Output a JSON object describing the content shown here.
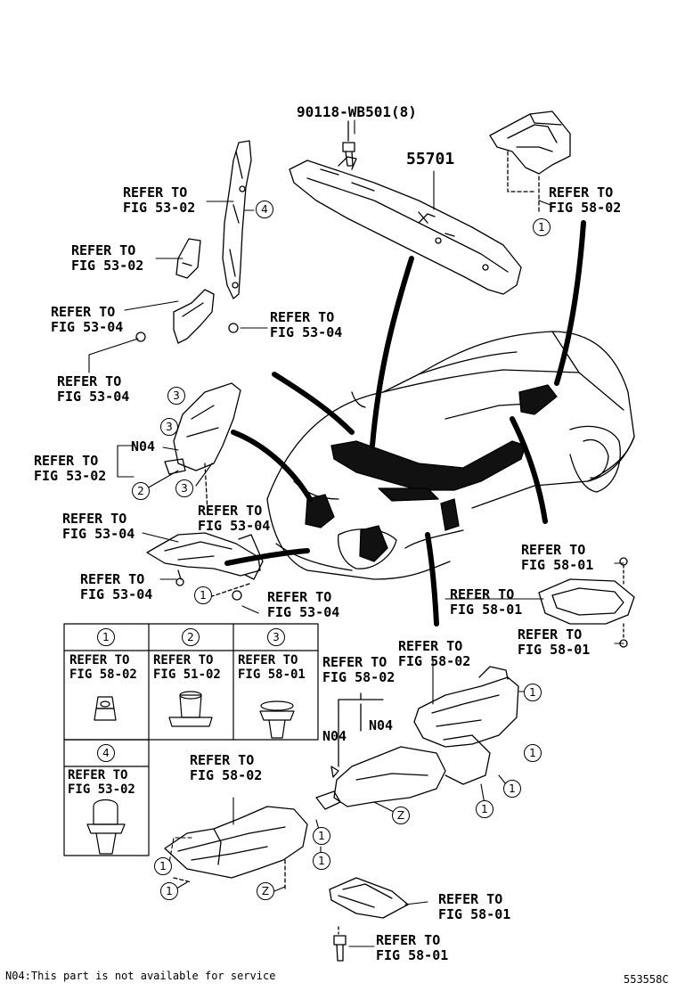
{
  "part_labels": {
    "bolt_90118": "90118-WB501(8)",
    "p55701": "55701"
  },
  "refer": {
    "r1": [
      "REFER TO",
      "FIG 53-02"
    ],
    "r2": [
      "REFER TO",
      "FIG 53-02"
    ],
    "r3": [
      "REFER TO",
      "FIG 53-04"
    ],
    "r4": [
      "REFER TO",
      "FIG 53-04"
    ],
    "r5": [
      "REFER TO",
      "FIG 53-04"
    ],
    "r6": [
      "REFER TO",
      "FIG 53-02"
    ],
    "r7": [
      "REFER TO",
      "FIG 53-04"
    ],
    "r8": [
      "REFER TO",
      "FIG 53-04"
    ],
    "r9": [
      "REFER TO",
      "FIG 53-04"
    ],
    "r10": [
      "REFER TO",
      "FIG 53-04"
    ],
    "r11": [
      "REFER TO",
      "FIG 58-02"
    ],
    "r12": [
      "REFER TO",
      "FIG 58-01"
    ],
    "r13": [
      "REFER TO",
      "FIG 58-01"
    ],
    "r14": [
      "REFER TO",
      "FIG 58-01"
    ],
    "r15": [
      "REFER TO",
      "FIG 58-02"
    ],
    "r16": [
      "REFER TO",
      "FIG 58-02"
    ],
    "r17": [
      "REFER TO",
      "FIG 58-02"
    ],
    "r18": [
      "REFER TO",
      "FIG 58-01"
    ],
    "r19": [
      "REFER TO",
      "FIG 58-01"
    ]
  },
  "callouts": {
    "one": "1",
    "two": "2",
    "three": "3",
    "four": "4",
    "z": "Z"
  },
  "n04": "N04",
  "legend": {
    "c1": [
      "REFER TO",
      "FIG 58-02"
    ],
    "c2": [
      "REFER TO",
      "FIG 51-02"
    ],
    "c3": [
      "REFER TO",
      "FIG 58-01"
    ],
    "c4": [
      "REFER TO",
      "FIG 53-02"
    ]
  },
  "footnote": "N04:This part is not available for service",
  "figure_id": "553558C"
}
